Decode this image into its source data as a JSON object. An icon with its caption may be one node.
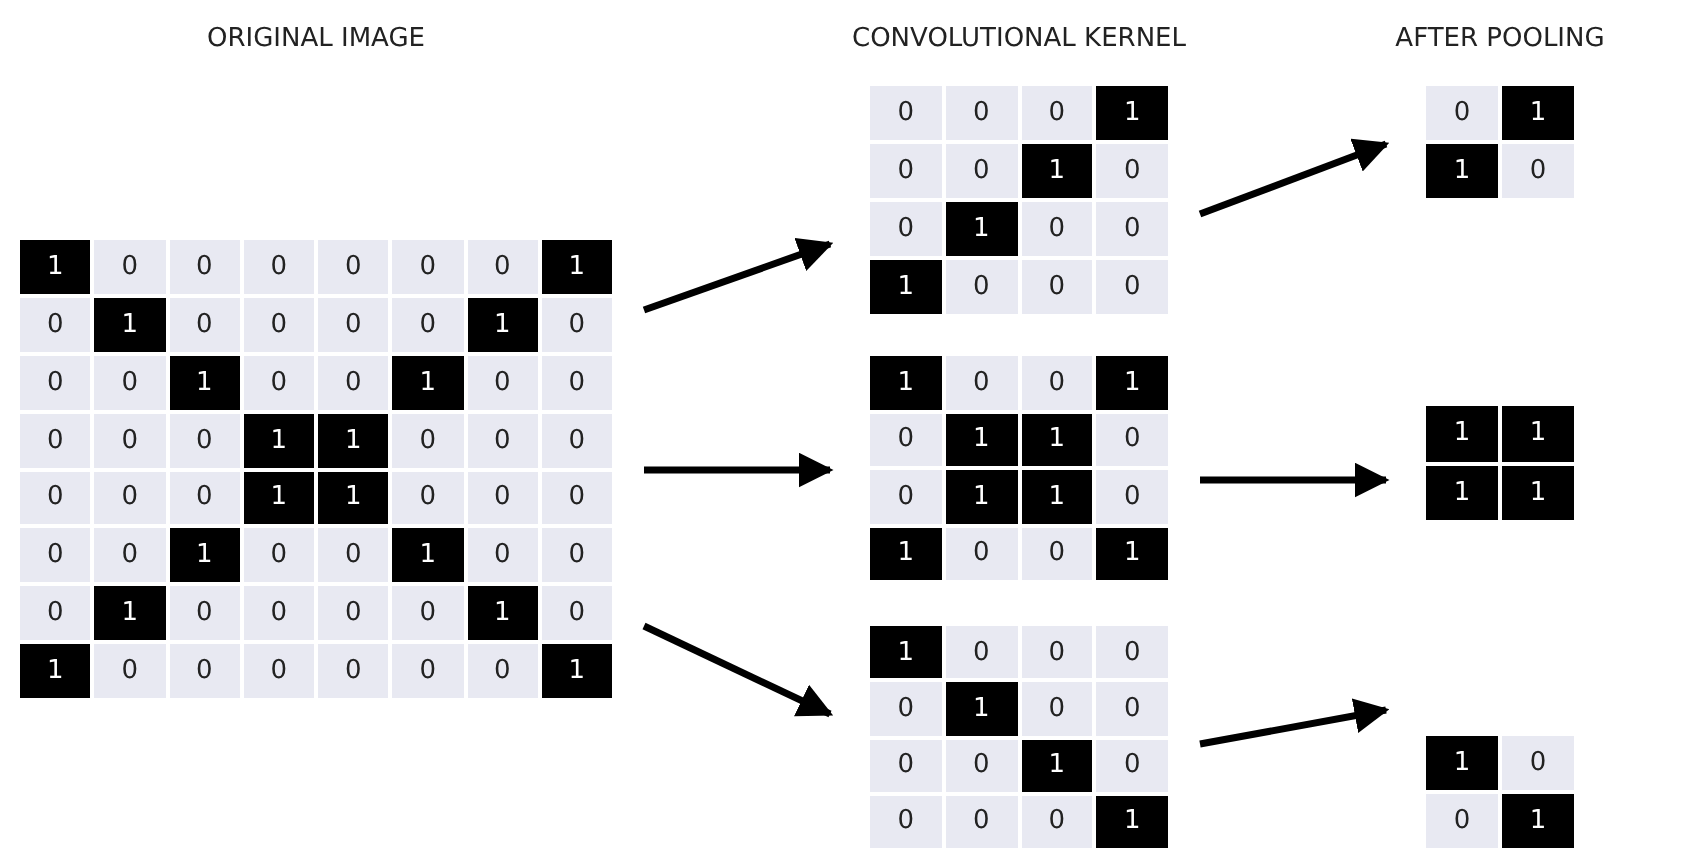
{
  "diagram": {
    "nodes": [
      {
        "text": [
          "ORIGINAL IMAGE",
          "1",
          "0",
          "0",
          "0",
          "0",
          "0",
          "0",
          "1",
          "0",
          "1",
          "0",
          "0",
          "0",
          "0",
          "1",
          "0",
          "0",
          "0",
          "1",
          "0",
          "0",
          "1",
          "0",
          "0",
          "0",
          "0",
          "0",
          "1",
          "1",
          "0",
          "0",
          "0",
          "0",
          "0",
          "0",
          "1",
          "1",
          "0",
          "0",
          "0",
          "0",
          "0",
          "1",
          "0",
          "0",
          "1",
          "0",
          "0",
          "0",
          "1",
          "0",
          "0",
          "0",
          "0",
          "1",
          "0",
          "1",
          "0",
          "0",
          "0",
          "0",
          "0",
          "0",
          "1"
        ]
      },
      {
        "text": [
          "CONVOLUTIONAL KERNEL",
          "0",
          "0",
          "0",
          "1",
          "0",
          "0",
          "1",
          "0",
          "0",
          "1",
          "0",
          "0",
          "1",
          "0",
          "0",
          "0"
        ]
      },
      {
        "text": [
          "1",
          "0",
          "0",
          "1",
          "0",
          "1",
          "1",
          "0",
          "0",
          "1",
          "1",
          "0",
          "1",
          "0",
          "0",
          "1"
        ]
      },
      {
        "text": [
          "1",
          "0",
          "0",
          "0",
          "0",
          "1",
          "0",
          "0",
          "0",
          "0",
          "1",
          "0",
          "0",
          "0",
          "0",
          "1"
        ]
      },
      {
        "text": [
          "AFTER POOLING",
          "0",
          "1",
          "1",
          "0"
        ]
      },
      {
        "text": [
          "1",
          "1",
          "1",
          "1"
        ]
      },
      {
        "text": [
          "1",
          "0",
          "0",
          "1"
        ]
      }
    ],
    "edges": [
      {
        "from": 0,
        "to": 1,
        "arrow": "to"
      },
      {
        "from": 0,
        "to": 2,
        "arrow": "to"
      },
      {
        "from": 0,
        "to": 3,
        "arrow": "to"
      },
      {
        "from": 1,
        "to": 4,
        "arrow": "to"
      },
      {
        "from": 2,
        "to": 5,
        "arrow": "to"
      },
      {
        "from": 3,
        "to": 6,
        "arrow": "to"
      }
    ]
  }
}
